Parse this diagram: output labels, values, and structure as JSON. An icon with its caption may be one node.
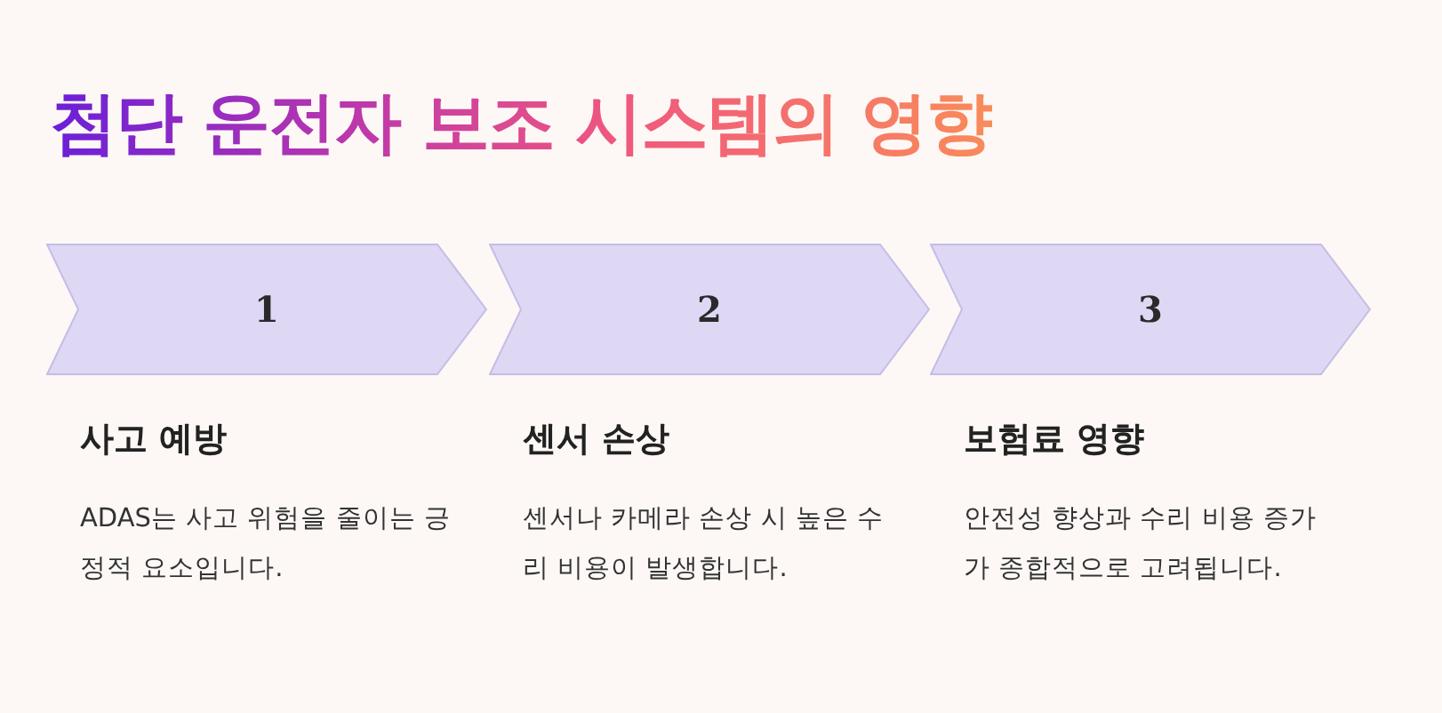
{
  "diagram": {
    "title": "첨단 운전자 보조 시스템의 영향",
    "nodes": [
      {
        "text": [
          "1"
        ],
        "beside": [
          "사고 예방",
          "ADAS는 사고 위험을 줄이는 긍정적 요소입니다."
        ]
      },
      {
        "text": [
          "2"
        ],
        "beside": [
          "센서 손상",
          "센서나 카메라 손상 시 높은 수리 비용이 발생합니다."
        ]
      },
      {
        "text": [
          "3"
        ],
        "beside": [
          "보험료 영향",
          "안전성 향상과 수리 비용 증가가 종합적으로 고려됩니다."
        ]
      }
    ]
  }
}
